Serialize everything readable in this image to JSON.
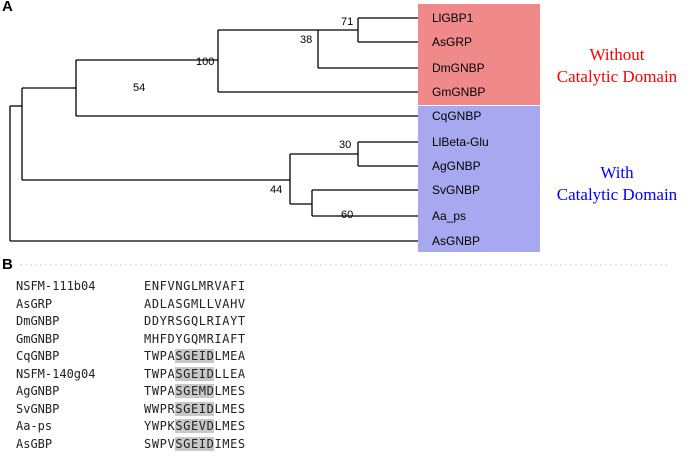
{
  "panel_a_label": "A",
  "panel_b_label": "B",
  "tree": {
    "leaves": [
      "LlGBP1",
      "AsGRP",
      "DmGNBP",
      "GmGNBP",
      "CqGNBP",
      "LlBeta-Glu",
      "AgGNBP",
      "SvGNBP",
      "Aa_ps",
      "AsGNBP"
    ],
    "bootstrap": [
      "71",
      "38",
      "100",
      "54",
      "30",
      "44",
      "60"
    ],
    "group_without": {
      "line1": "Without",
      "line2": "Catalytic Domain",
      "color": "#f08a8a",
      "text_color": "#ff0000"
    },
    "group_with": {
      "line1": "With",
      "line2": "Catalytic Domain",
      "color": "#a8a8f0",
      "text_color": "#0000ff"
    }
  },
  "alignment": {
    "rows": [
      {
        "name": "NSFM-111b04",
        "pre": "ENFV",
        "hl": "",
        "post": "NGLMRVAFI"
      },
      {
        "name": "AsGRP",
        "pre": "ADLA",
        "hl": "",
        "post": "SGMLLVAHV"
      },
      {
        "name": "DmGNBP",
        "pre": "DDYR",
        "hl": "",
        "post": "SGQLRIAYT"
      },
      {
        "name": "GmGNBP",
        "pre": "MHFD",
        "hl": "",
        "post": "YGQMRIAFT"
      },
      {
        "name": "CqGNBP",
        "pre": "TWPA",
        "hl": "SGEID",
        "post": "LMEA"
      },
      {
        "name": "NSFM-140g04",
        "pre": "TWPA",
        "hl": "SGEID",
        "post": "LLEA"
      },
      {
        "name": "AgGNBP",
        "pre": "TWPA",
        "hl": "SGEMD",
        "post": "LMES"
      },
      {
        "name": "SvGNBP",
        "pre": "WWPR",
        "hl": "SGEID",
        "post": "LMES"
      },
      {
        "name": "Aa-ps",
        "pre": "YWPK",
        "hl": "SGEVD",
        "post": "LMES"
      },
      {
        "name": "AsGBP",
        "pre": "SWPV",
        "hl": "SGEID",
        "post": "IMES"
      }
    ]
  }
}
